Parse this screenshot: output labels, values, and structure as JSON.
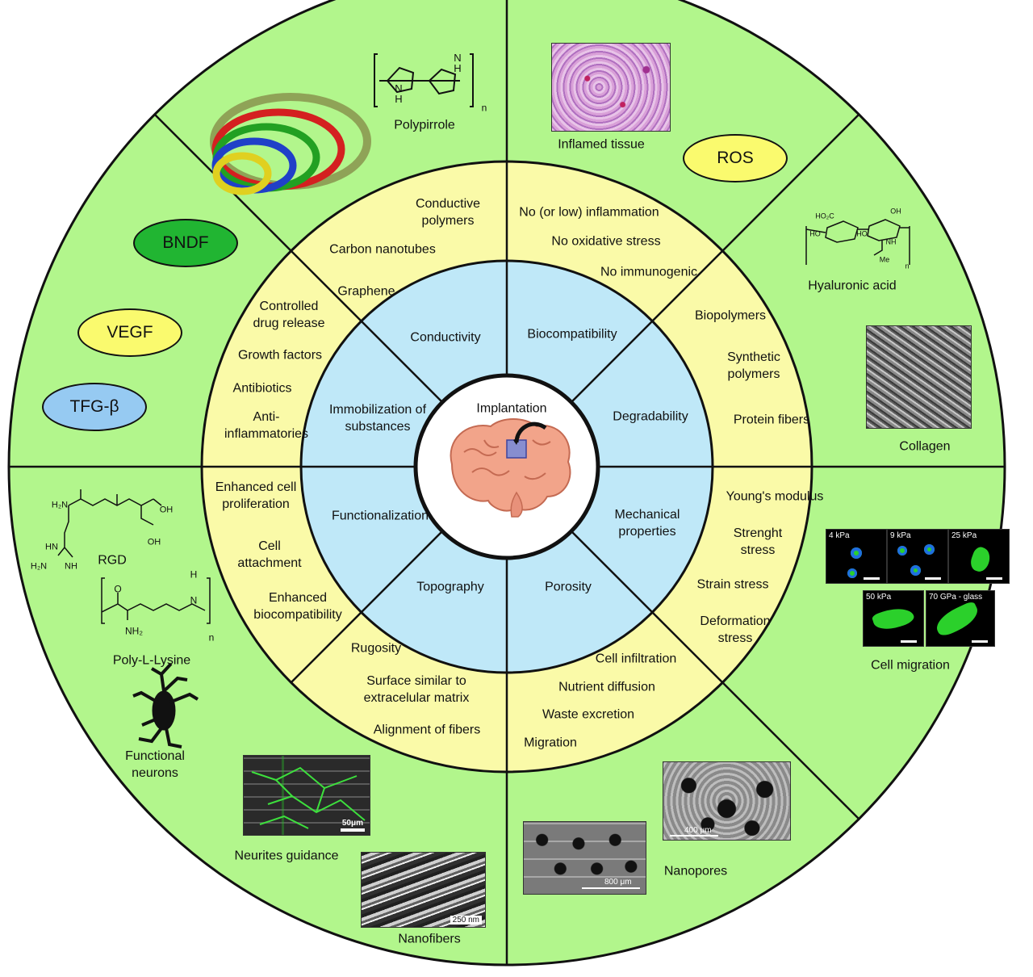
{
  "center": {
    "label": "Implantation"
  },
  "inner_ring": [
    {
      "key": "conductivity",
      "label": "Conductivity"
    },
    {
      "key": "biocompatibility",
      "label": "Biocompatibility"
    },
    {
      "key": "degradability",
      "label": "Degradability"
    },
    {
      "key": "mechanical",
      "label": "Mechanical\nproperties"
    },
    {
      "key": "porosity",
      "label": "Porosity"
    },
    {
      "key": "topography",
      "label": "Topography"
    },
    {
      "key": "functionalization",
      "label": "Functionalization"
    },
    {
      "key": "immobilization",
      "label": "Immobilization of\nsubstances"
    }
  ],
  "middle_ring": {
    "conductivity": [
      "Conductive\npolymers",
      "Carbon nanotubes",
      "Graphene"
    ],
    "biocompatibility": [
      "No (or low) inflammation",
      "No oxidative stress",
      "No immunogenic"
    ],
    "degradability": [
      "Biopolymers",
      "Synthetic\npolymers",
      "Protein fibers"
    ],
    "mechanical": [
      "Young's modulus",
      "Strenght\nstress",
      "Strain stress",
      "Deformation\nstress"
    ],
    "porosity": [
      "Cell infiltration",
      "Nutrient diffusion",
      "Waste excretion",
      "Migration"
    ],
    "topography": [
      "Rugosity",
      "Surface similar to\nextracelular matrix",
      "Alignment of fibers"
    ],
    "functionalization": [
      "Enhanced cell\nproliferation",
      "Cell\nattachment",
      "Enhanced\nbiocompatibility"
    ],
    "immobilization": [
      "Controlled\ndrug release",
      "Growth factors",
      "Antibiotics",
      "Anti-\ninflammatories"
    ]
  },
  "outer_ring": {
    "polypirrole": "Polypirrole",
    "inflamed_tissue": "Inflamed tissue",
    "ros": "ROS",
    "hyaluronic_acid": "Hyaluronic acid",
    "collagen": "Collagen",
    "cell_migration": "Cell migration",
    "nanopores": "Nanopores",
    "nanofibers": "Nanofibers",
    "neurites_guidance": "Neurites guidance",
    "functional_neurons": "Functional\nneurons",
    "poly_l_lysine": "Poly-L-Lysine",
    "rgd": "RGD",
    "bndf": "BNDF",
    "vegf": "VEGF",
    "tgf": "TFG-β"
  },
  "stiffness_panels": [
    "4 kPa",
    "9 kPa",
    "25 kPa",
    "50 kPa",
    "70 GPa - glass"
  ],
  "scale_bars": {
    "neurites": "50μm",
    "nanofibers": "250 nm",
    "nanopores_a": "400 μm",
    "nanopores_b": "800 μm"
  },
  "chem_labels": {
    "nh": "N\nH",
    "n_sub": "n",
    "hooc": "HO₂C",
    "oh": "OH",
    "ho": "HO",
    "nh_ac": "NH",
    "me": "Me",
    "h2n": "H₂N",
    "hn": "HN",
    "cooh": "OH",
    "nh2": "NH₂",
    "h": "H",
    "o": "O",
    "n": "N"
  },
  "colors": {
    "outer": "#b2f68c",
    "middle": "#fafaa8",
    "inner": "#bfe8f8",
    "core": "#ffffff",
    "bndf": "#21b532",
    "vegf": "#fafa6e",
    "tgf": "#96caf2",
    "ros": "#fafa6e"
  }
}
